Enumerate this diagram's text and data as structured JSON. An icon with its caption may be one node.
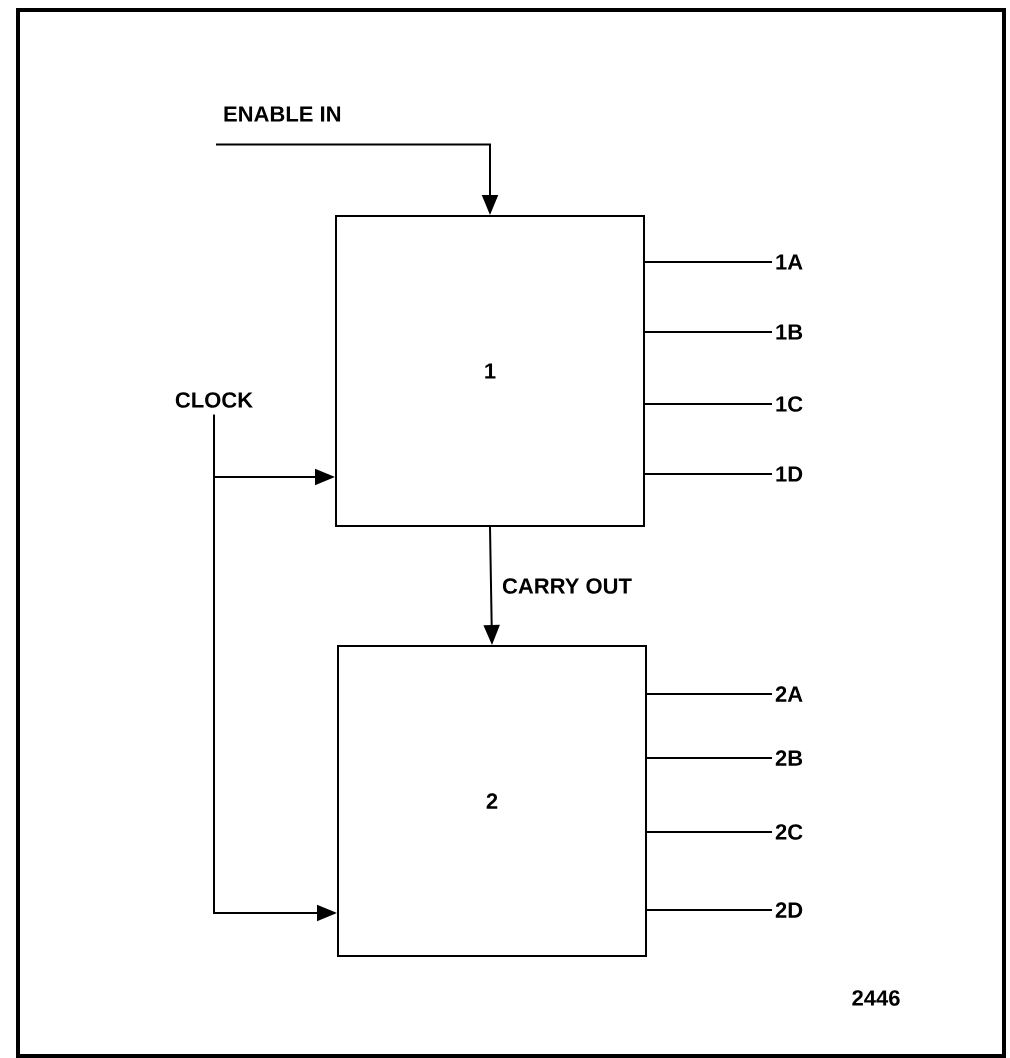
{
  "diagram": {
    "nodes": [
      {
        "text": [
          "ENABLE IN"
        ]
      },
      {
        "text": [
          "CLOCK"
        ]
      },
      {
        "text": [
          "1"
        ]
      },
      {
        "text": [
          "2"
        ]
      },
      {
        "text": [
          "1A"
        ]
      },
      {
        "text": [
          "1B"
        ]
      },
      {
        "text": [
          "1C"
        ]
      },
      {
        "text": [
          "1D"
        ]
      },
      {
        "text": [
          "2A"
        ]
      },
      {
        "text": [
          "2B"
        ]
      },
      {
        "text": [
          "2C"
        ]
      },
      {
        "text": [
          "2D"
        ]
      }
    ],
    "edges": [
      {
        "from": 0,
        "to": 2,
        "arrow": "to"
      },
      {
        "from": 1,
        "to": 2,
        "arrow": "to"
      },
      {
        "from": 1,
        "to": 3,
        "arrow": "to"
      },
      {
        "from": 2,
        "to": 3,
        "arrow": "to",
        "label": "CARRY OUT"
      },
      {
        "from": 2,
        "to": 4,
        "arrow": "none"
      },
      {
        "from": 2,
        "to": 5,
        "arrow": "none"
      },
      {
        "from": 2,
        "to": 6,
        "arrow": "none"
      },
      {
        "from": 2,
        "to": 7,
        "arrow": "none"
      },
      {
        "from": 3,
        "to": 8,
        "arrow": "none"
      },
      {
        "from": 3,
        "to": 9,
        "arrow": "none"
      },
      {
        "from": 3,
        "to": 10,
        "arrow": "none"
      },
      {
        "from": 3,
        "to": 11,
        "arrow": "none"
      }
    ],
    "labels": [
      "2446"
    ]
  }
}
